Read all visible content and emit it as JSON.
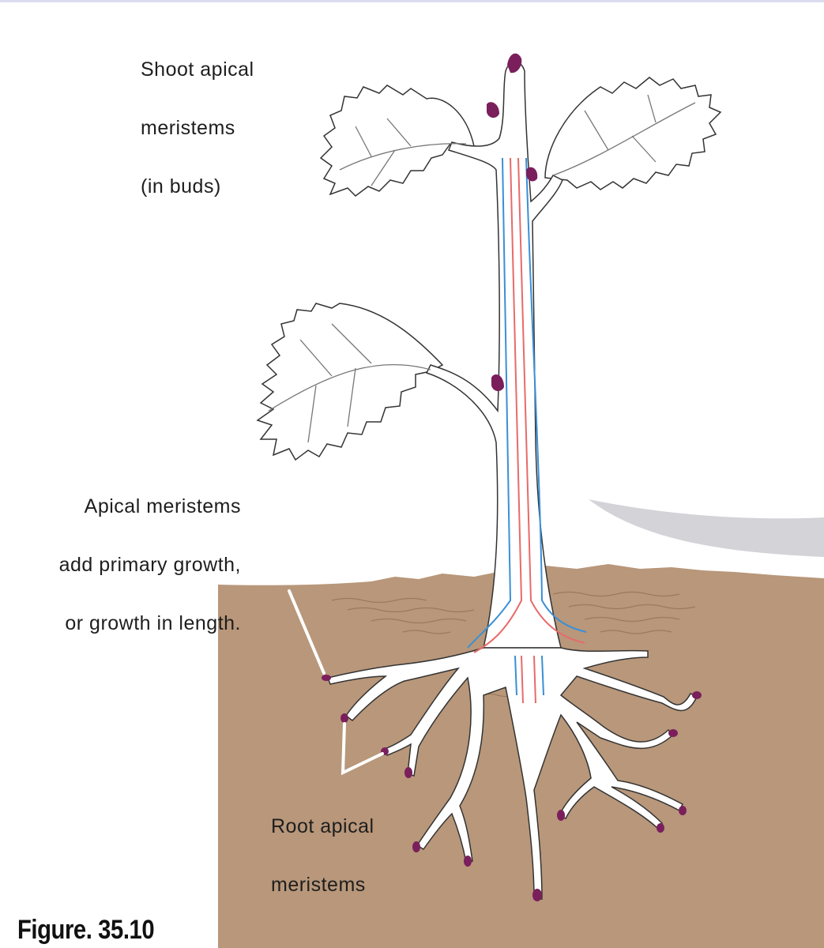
{
  "labels": {
    "shoot_meristems": [
      "Shoot apical",
      "meristems",
      "(in buds)"
    ],
    "apical_growth": [
      "Apical meristems",
      "add primary growth,",
      "or growth in length."
    ],
    "root_meristems": [
      "Root apical",
      "meristems"
    ]
  },
  "caption": "Figure. 35.10",
  "colors": {
    "soil": "#b8977a",
    "soil_texture": "#9c7a5c",
    "plant_fill": "#ffffff",
    "plant_outline": "#333333",
    "xylem": "#e86a6a",
    "phloem": "#3a8fd6",
    "meristem": "#7a1f5c",
    "sky_shadow": "#d3d3d8",
    "pointer": "#ffffff"
  },
  "icons": [
    "shoot-bud-icon",
    "root-tip-icon",
    "leaf-icon"
  ]
}
